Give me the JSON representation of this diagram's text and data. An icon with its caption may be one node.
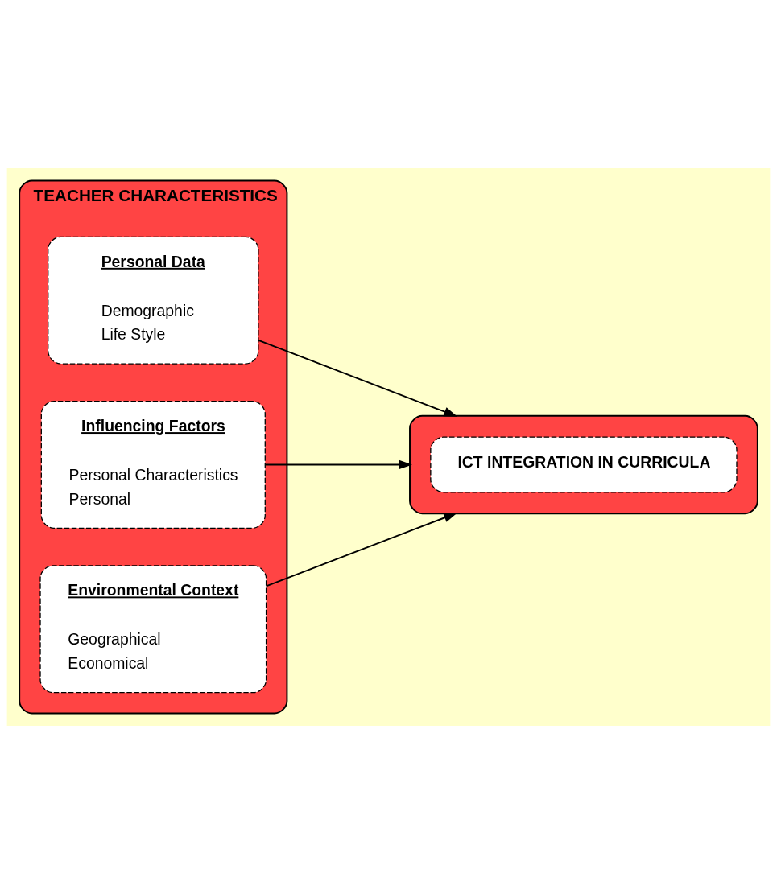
{
  "diagram": {
    "nodes": [
      {
        "text": [
          "TEACHER CHARACTERISTICS"
        ]
      },
      {
        "text": [
          "Personal Data",
          "Demographic",
          "Life Style"
        ],
        "in": 0
      },
      {
        "text": [
          "Influencing Factors",
          "Personal Characteristics",
          "Personal"
        ],
        "in": 0
      },
      {
        "text": [
          "Environmental Context",
          "Geographical",
          "Economical"
        ],
        "in": 0
      },
      {
        "text": [],
        "shape": "box"
      },
      {
        "text": [
          "ICT INTEGRATION IN CURRICULA"
        ],
        "in": 4
      }
    ],
    "edges": [
      {
        "from": 1,
        "to": 4,
        "arrow": "to"
      },
      {
        "from": 2,
        "to": 4,
        "arrow": "to"
      },
      {
        "from": 3,
        "to": 4,
        "arrow": "to"
      }
    ]
  }
}
